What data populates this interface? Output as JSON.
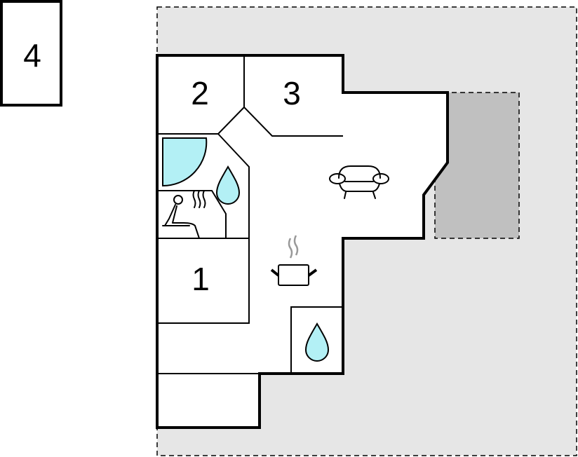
{
  "room_labels": {
    "building": "4",
    "room_2": "2",
    "room_3": "3",
    "room_1": "1"
  },
  "icons": [
    "shower-icon",
    "water-drop-icon",
    "sauna-icon",
    "sofa-icon",
    "cooking-pot-icon",
    "water-drop-icon"
  ],
  "colors": {
    "lot": "#e6e6e6",
    "terrace": "#c0c0c0",
    "water": "#b3f0f5",
    "wall": "#000000",
    "steam": "#999999"
  }
}
